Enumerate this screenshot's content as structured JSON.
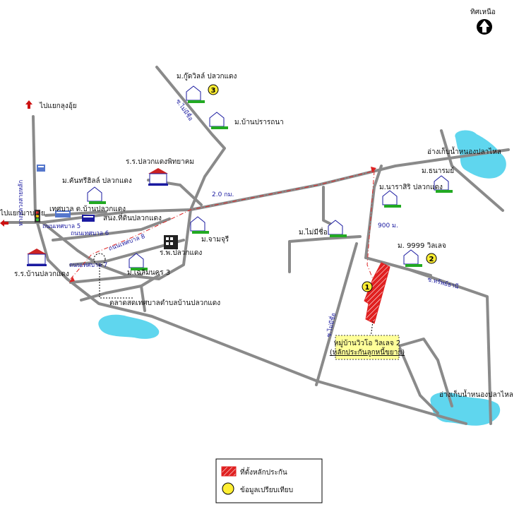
{
  "north_label": "ทิศเหนือ",
  "labels": {
    "to_lung_ui": "ไปแยกลุงอุ้ย",
    "to_mabyanglai": "ไปแยกมาบเลย",
    "highway": "ทางหลวงสายหลัก",
    "school_pluakdaeng_pittayakom": "ร.ร.ปลวกแดงพิทยาคม",
    "school_ban_pluakdaeng": "ร.ร.บ้านปลวกแดง",
    "village_goodville": "ม.กู๊ดวิลล์ ปลวกแดง",
    "village_ban_prattana": "ม.บ้านปรารถนา",
    "road_mai_rue_top": "ซ.ไม่มีชื่อ",
    "village_kunthorn": "ม.คันทรีฮิลล์ ปลวกแดง",
    "municipality": "เทศบาล ต.บ้านปลวกแดง",
    "land_office": "สนง.ที่ดินปลวกแดง",
    "road_tesaban5": "ถนนเทศบาล 5",
    "road_tesaban6": "ถนนเทศบาล 6",
    "road_tesaban7": "ถนนเทศบาล 7",
    "road_tesaban8": "ถนนเทศบาล 8",
    "village_jamjuri": "ม.จามจุรี",
    "hospital": "ร.พ.ปลวกแดง",
    "village_chalermnakhon": "ม.เฉลิมนคร 3",
    "market": "ตลาดสดเทศบาลตำบลบ้านปลวกแดง",
    "reservoir_top": "อ่างเก็บน้ำหนองปลาไหล",
    "village_thanaram": "ม.ธนารมย์",
    "village_narasiri": "ม.นาราสิริ ปลวกแดง",
    "village_mai_mi_chue": "ม.ไม่มีชื่อ",
    "village_9999": "ม. 9999 วิลเลจ",
    "road_sap_thani": "ซ.ทรัพย์ธานี",
    "road_mai_mi_chue_mid": "ซ.ไม่มีชื่อ",
    "subject_line1": "หมู่บ้านวิวโอ วิลเลจ 2",
    "subject_line2": "(หลักประกันลูกหนี้ขยาย)",
    "reservoir_bottom": "อ่างเก็บน้ำหนองปลาไหล",
    "dist_2km": "2.0 กม.",
    "dist_900m": "900 ม."
  },
  "markers": {
    "subject": "1",
    "comp2": "2",
    "comp3": "3"
  },
  "legend": {
    "collateral": "ที่ตั้งหลักประกัน",
    "comparable": "ข้อมูลเปรียบเทียบ"
  },
  "colors": {
    "road": "#8a8a8a",
    "route": "#dd2222",
    "water": "#5fd6ee",
    "collateral": "#e02020",
    "marker": "#ffee33",
    "house_green": "#22aa22",
    "label_blue": "#1a1aa0"
  }
}
